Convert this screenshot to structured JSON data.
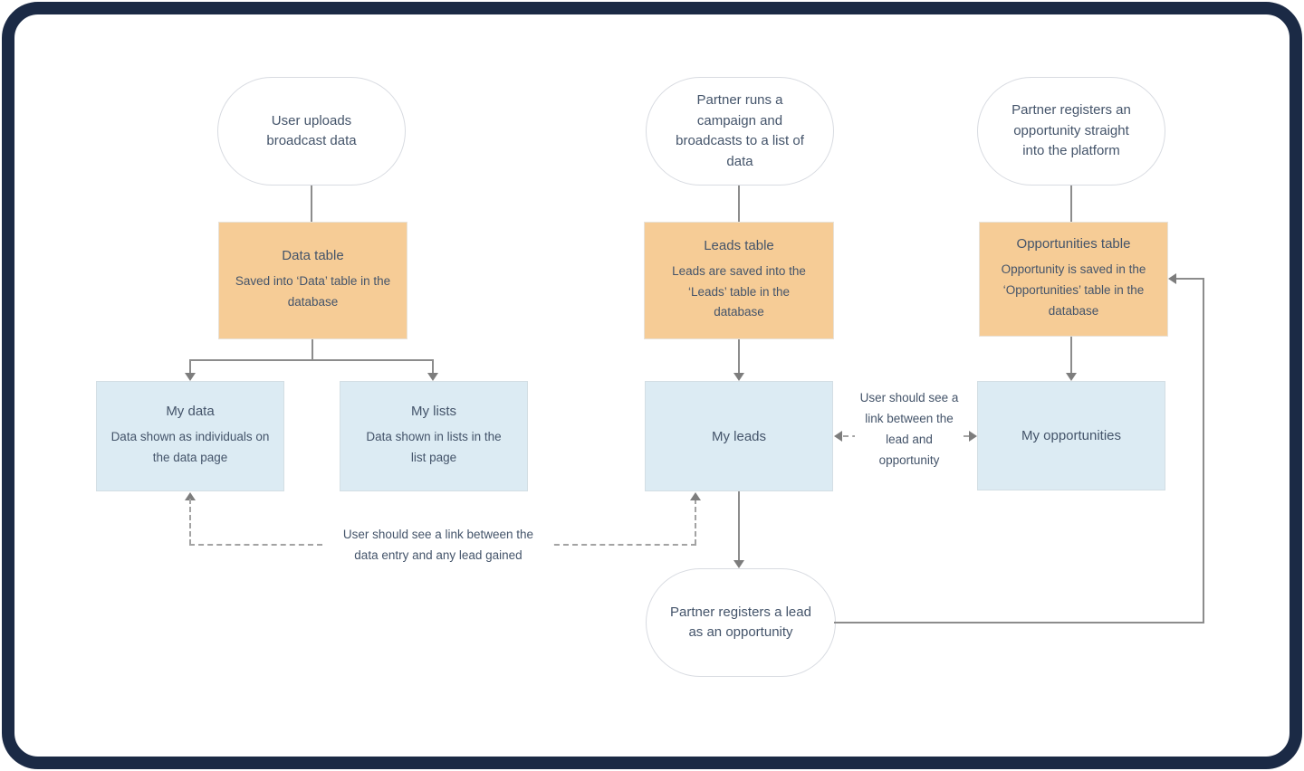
{
  "colors": {
    "frame": "#1B2A45",
    "table_fill": "#F6CC96",
    "page_fill": "#DCEBF3",
    "text": "#44546A",
    "line": "#8C8C8C",
    "arrow": "#7D7D7D",
    "dash": "#A3A3A3"
  },
  "nodes": {
    "start_upload": {
      "label": "User uploads broadcast data"
    },
    "start_campaign": {
      "label": "Partner runs a campaign and broadcasts to a list of data"
    },
    "start_register": {
      "label": "Partner registers an opportunity straight into the platform"
    },
    "data_table": {
      "title": "Data table",
      "desc": "Saved into ‘Data’ table in the database"
    },
    "leads_table": {
      "title": "Leads table",
      "desc": "Leads are saved into the ‘Leads’ table in the database"
    },
    "opportunities_table": {
      "title": "Opportunities table",
      "desc": "Opportunity is saved in the ‘Opportunities’ table in the database"
    },
    "my_data": {
      "title": "My data",
      "desc": "Data shown as individuals on the data page"
    },
    "my_lists": {
      "title": "My lists",
      "desc": "Data shown in lists in the list page"
    },
    "my_leads": {
      "title": "My leads"
    },
    "my_opportunities": {
      "title": "My opportunities"
    },
    "register_lead_opportunity": {
      "label": "Partner registers a lead as an opportunity"
    }
  },
  "annotations": {
    "lead_opportunity_link": "User should see a link between the lead and opportunity",
    "data_lead_link": "User should see a link between the data entry and any lead gained"
  }
}
